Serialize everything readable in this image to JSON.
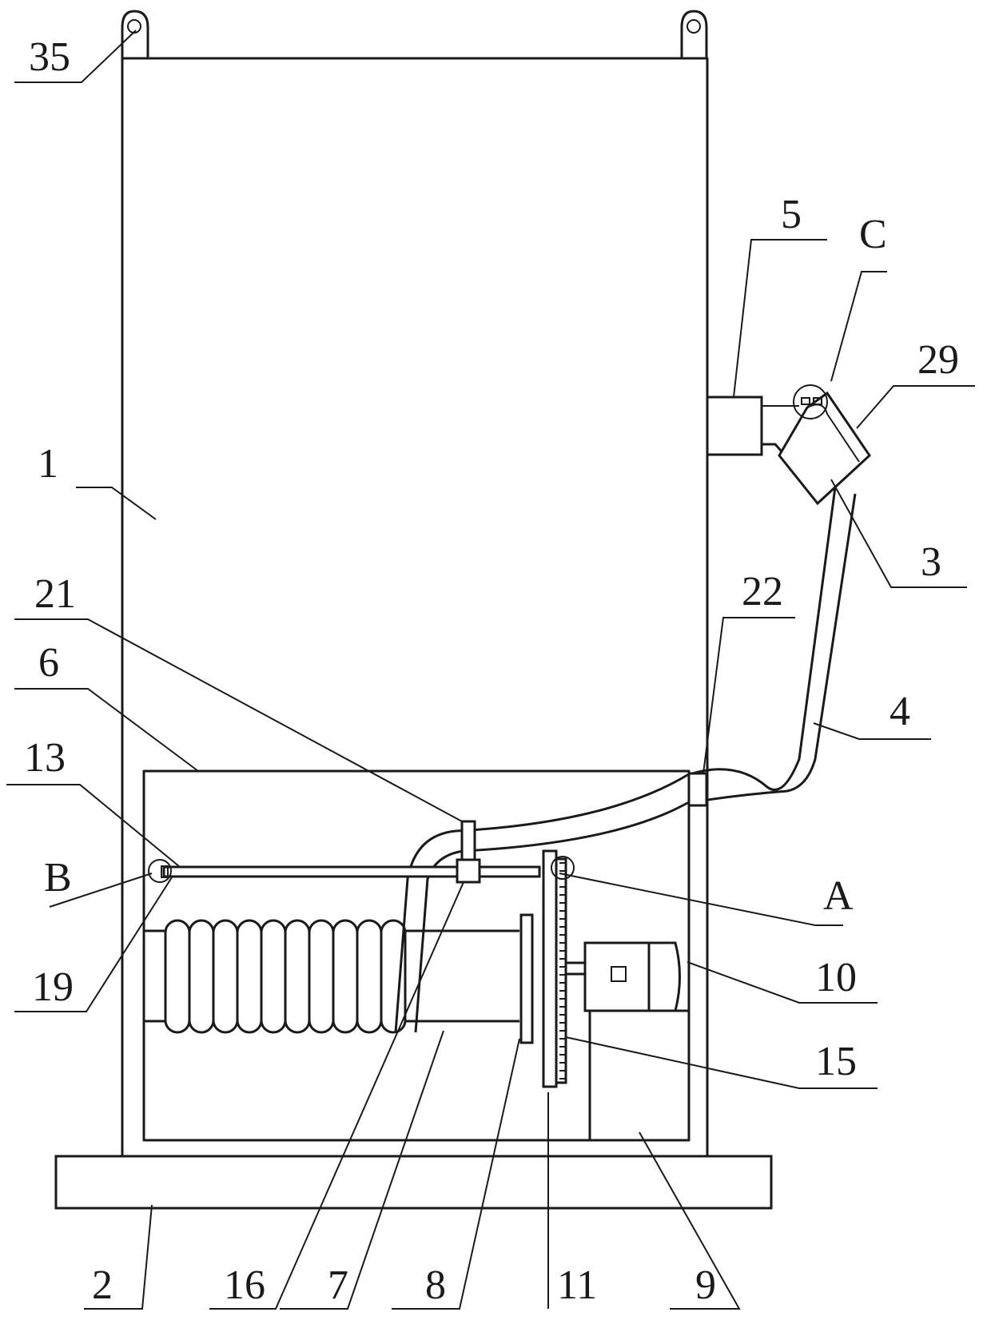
{
  "labels": {
    "l35": "35",
    "l5": "5",
    "lC": "C",
    "l29": "29",
    "l1": "1",
    "l3": "3",
    "l21": "21",
    "l22": "22",
    "l6": "6",
    "l4": "4",
    "l13": "13",
    "lB": "B",
    "lA": "A",
    "l10": "10",
    "l19": "19",
    "l15": "15",
    "l2": "2",
    "l16": "16",
    "l7": "7",
    "l8": "8",
    "l11": "11",
    "l9": "9"
  }
}
